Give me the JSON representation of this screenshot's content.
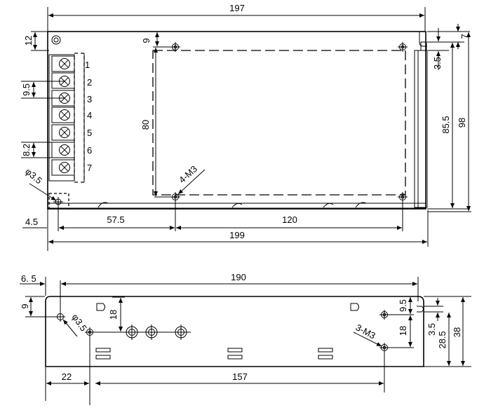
{
  "top_view": {
    "dims": {
      "total_width_top": "197",
      "margin_12": "12",
      "offset_9": "9",
      "vertical_80": "80",
      "terminal_pitch": "9.5",
      "terminal_height": "8.2",
      "hole_dia": "φ3.5",
      "thread": "4-M3",
      "right_7": "7",
      "right_3_5": "3.5",
      "right_85_5": "85.5",
      "right_98": "98",
      "bottom_4_5": "4.5",
      "bottom_57_5": "57.5",
      "bottom_120": "120",
      "bottom_199": "199"
    },
    "terminals": [
      "1",
      "2",
      "3",
      "4",
      "5",
      "6",
      "7"
    ]
  },
  "side_view": {
    "dims": {
      "left_6_5": "6. 5",
      "width_190": "190",
      "left_9": "9",
      "height_18_a": "18",
      "hole_dia": "φ3.5",
      "right_9_5": "9.5",
      "thread": "3-M3",
      "height_18_b": "18",
      "right_3_5": "3.5",
      "right_28_5": "28.5",
      "right_38": "38",
      "bottom_22": "22",
      "bottom_157": "157"
    }
  }
}
